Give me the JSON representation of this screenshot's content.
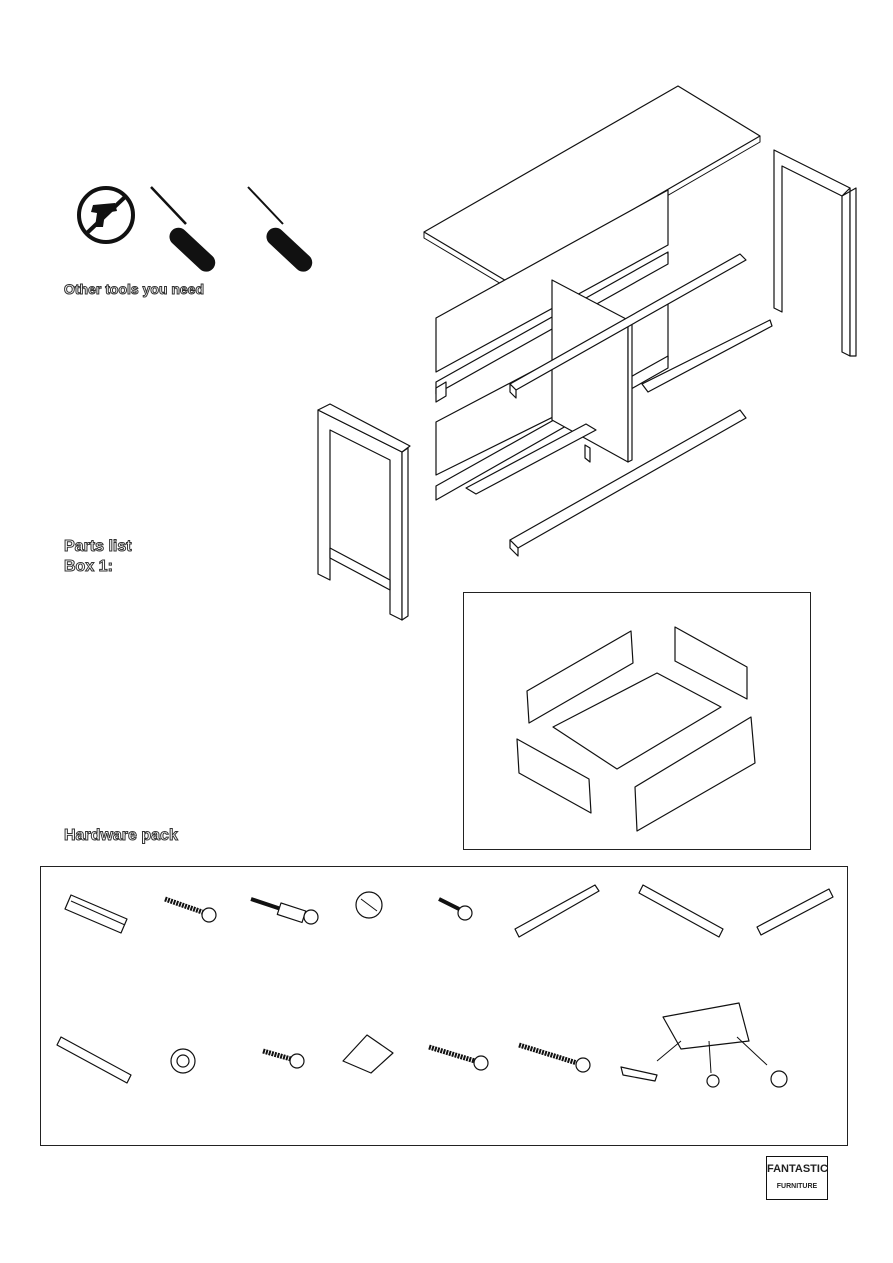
{
  "tools": {
    "caption": "Other tools you need",
    "icons": [
      "no-power-drill-icon",
      "phillips-screwdriver-icon",
      "flat-screwdriver-icon"
    ]
  },
  "parts": {
    "title": "Parts list",
    "box_label": "Box 1:"
  },
  "hardware": {
    "title": "Hardware pack",
    "items_row1": [
      "wooden-dowel",
      "long-screw",
      "cam-bolt",
      "cam-lock",
      "short-screw",
      "drawer-runner-left",
      "drawer-runner-right",
      "drawer-runner-small"
    ],
    "items_row2": [
      "drawer-runner-long",
      "knob",
      "machine-screw",
      "corner-block",
      "wood-screw",
      "long-wood-screw",
      "anti-tip-kit"
    ]
  },
  "brand": {
    "logo_text": "FANTASTIC",
    "logo_subtext": "FURNITURE"
  }
}
